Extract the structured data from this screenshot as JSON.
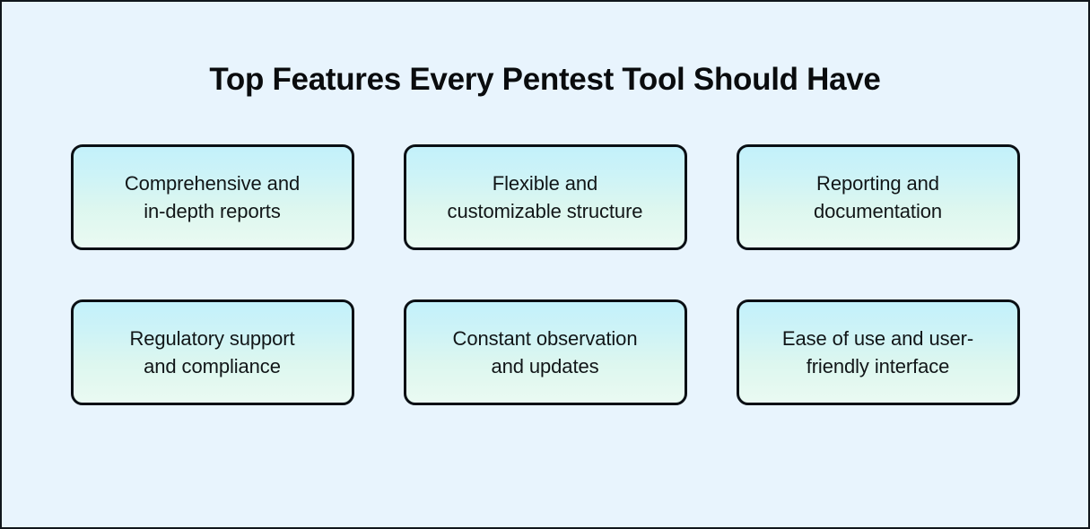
{
  "page": {
    "title": "Top Features Every Pentest Tool Should Have",
    "background_color": "#e8f4fd",
    "border_color": "#10161c",
    "title_color": "#0a0c0e"
  },
  "card_style": {
    "gradient_top": "#c3f1fb",
    "gradient_bottom": "#eafaf2",
    "border_color": "#0a0f14",
    "text_color": "#111618"
  },
  "cards": [
    {
      "label": "Comprehensive and\nin-depth reports"
    },
    {
      "label": "Flexible and\ncustomizable structure"
    },
    {
      "label": "Reporting and\ndocumentation"
    },
    {
      "label": "Regulatory support\nand compliance"
    },
    {
      "label": "Constant observation\nand updates"
    },
    {
      "label": "Ease of use and user-\nfriendly interface"
    }
  ]
}
